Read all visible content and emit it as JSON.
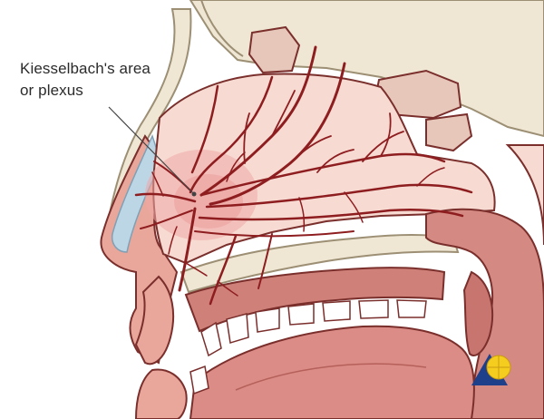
{
  "label": {
    "line1": "Kiesselbach's area",
    "line2": "or plexus"
  },
  "colors": {
    "bone": "#efe7d4",
    "bone_outline": "#9c8f74",
    "mucosa": "#f2c9bd",
    "cavity": "#f7dbd2",
    "tissue": "#d48a82",
    "tissue_dark": "#b5605a",
    "tongue": "#dc8c86",
    "skin": "#e9a79b",
    "outline": "#7a2f2c",
    "vessel": "#8e1d20",
    "plexus_glow": "#f0a7a6",
    "cartilage": "#bcd6e6",
    "tooth": "#ffffff",
    "logo_blue": "#1e3f8a",
    "logo_yellow": "#f5cd1f"
  },
  "icons": {
    "pointer": "leader-line",
    "logo": "triangle-globe-logo"
  }
}
